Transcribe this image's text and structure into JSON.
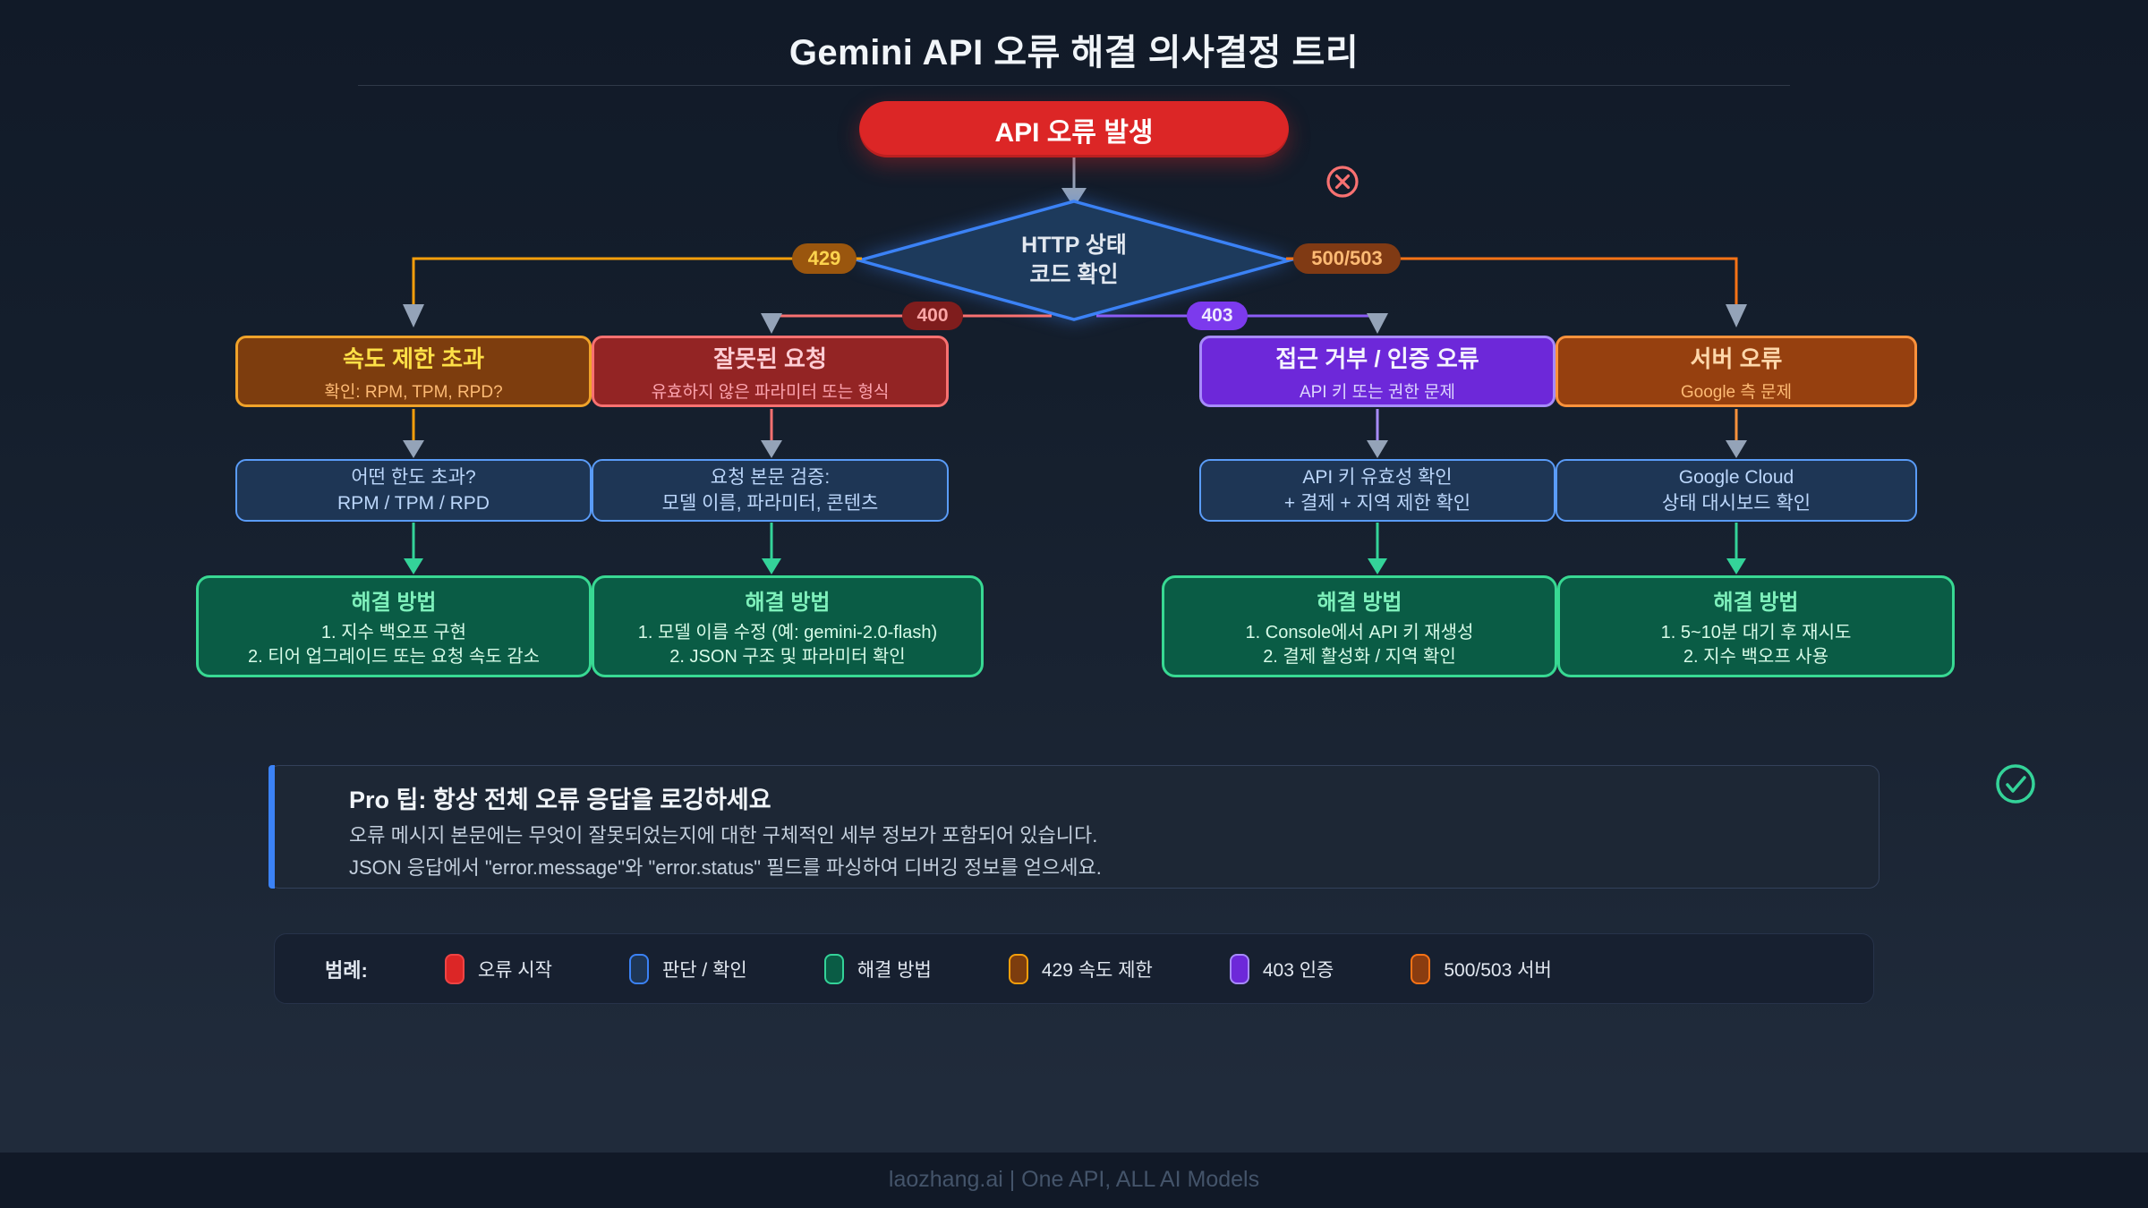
{
  "title": "Gemini API 오류 해결 의사결정 트리",
  "start": {
    "label": "API 오류 발생"
  },
  "decision": {
    "line1": "HTTP 상태",
    "line2": "코드 확인"
  },
  "badges": {
    "b429": "429",
    "b400": "400",
    "b403": "403",
    "b500": "500/503"
  },
  "branches": [
    {
      "id": "rate-limit",
      "title": "속도 제한 초과",
      "subtitle": "확인: RPM, TPM, RPD?",
      "check_line1": "어떤 한도 초과?",
      "check_line2": "RPM / TPM / RPD",
      "solution_title": "해결 방법",
      "solution_items": [
        "1. 지수 백오프 구현",
        "2. 티어 업그레이드 또는 요청 속도 감소"
      ]
    },
    {
      "id": "bad-request",
      "title": "잘못된 요청",
      "subtitle": "유효하지 않은 파라미터 또는 형식",
      "check_line1": "요청 본문 검증:",
      "check_line2": "모델 이름, 파라미터, 콘텐츠",
      "solution_title": "해결 방법",
      "solution_items": [
        "1. 모델 이름 수정 (예: gemini-2.0-flash)",
        "2. JSON 구조 및 파라미터 확인"
      ]
    },
    {
      "id": "auth",
      "title": "접근 거부 / 인증 오류",
      "subtitle": "API 키 또는 권한 문제",
      "check_line1": "API 키 유효성 확인",
      "check_line2": "+ 결제 + 지역 제한 확인",
      "solution_title": "해결 방법",
      "solution_items": [
        "1. Console에서 API 키 재생성",
        "2. 결제 활성화 / 지역 확인"
      ]
    },
    {
      "id": "server",
      "title": "서버 오류",
      "subtitle": "Google 측 문제",
      "check_line1": "Google Cloud",
      "check_line2": "상태 대시보드 확인",
      "solution_title": "해결 방법",
      "solution_items": [
        "1. 5~10분 대기 후 재시도",
        "2. 지수 백오프 사용"
      ]
    }
  ],
  "pro_tip": {
    "title": "Pro 팁: 항상 전체 오류 응답을 로깅하세요",
    "line1": "오류 메시지 본문에는 무엇이 잘못되었는지에 대한 구체적인 세부 정보가 포함되어 있습니다.",
    "line2": "JSON 응답에서 \"error.message\"와 \"error.status\" 필드를 파싱하여 디버깅 정보를 얻으세요."
  },
  "legend": {
    "label": "범례:",
    "items": [
      {
        "label": "오류 시작",
        "fill": "#dc2626",
        "border": "#ef4444"
      },
      {
        "label": "판단 / 확인",
        "fill": "#1e3655",
        "border": "#3b82f6"
      },
      {
        "label": "해결 방법",
        "fill": "#0a5c45",
        "border": "#34d399"
      },
      {
        "label": "429 속도 제한",
        "fill": "#7d3d0e",
        "border": "#f59e0b"
      },
      {
        "label": "403 인증",
        "fill": "#6d28d9",
        "border": "#a78bfa"
      },
      {
        "label": "500/503 서버",
        "fill": "#8a3c10",
        "border": "#f97316"
      }
    ]
  },
  "footer": "laozhang.ai | One API, ALL AI Models",
  "colors": {
    "background_top": "#111a28",
    "background_bottom": "#202b3b",
    "start_red": "#dc2626",
    "decision_fill": "#1d3a5c",
    "decision_border": "#3b82f6",
    "rate_limit_accent": "#f59e0b",
    "bad_request_accent": "#f87171",
    "auth_accent": "#8b5cf6",
    "server_accent": "#f97316",
    "solution_accent": "#34d399",
    "arrow_gray": "#94a3b8",
    "error_icon": "#f87171",
    "success_icon": "#34d399",
    "tip_bulb": "#fbbf24",
    "tip_accent_bar": "#3b82f6"
  }
}
